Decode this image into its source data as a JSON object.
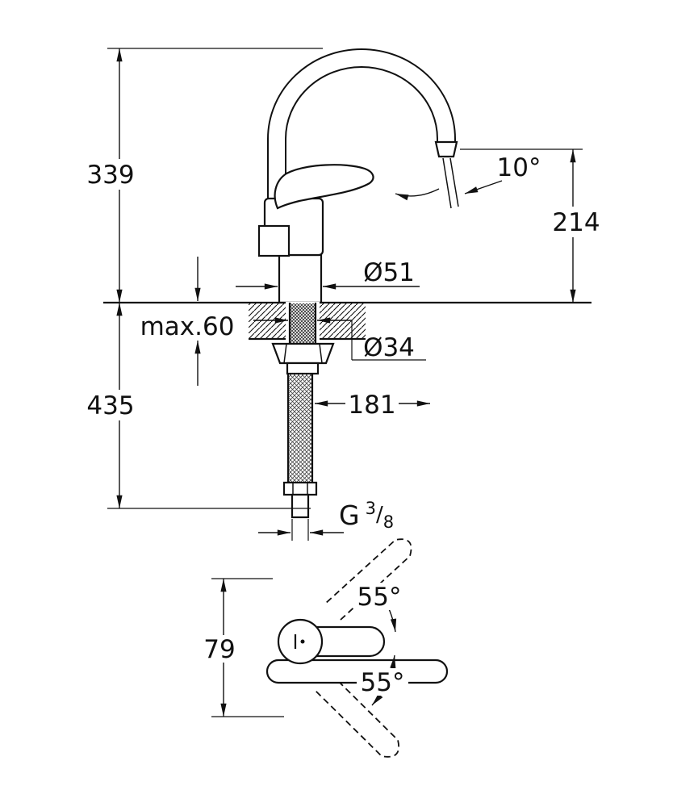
{
  "colors": {
    "background": "#ffffff",
    "line": "#111111"
  },
  "side_view": {
    "total_height": "339",
    "stream_angle": "10°",
    "spout_height": "214",
    "base_diameter": "Ø51",
    "max_deck_thickness": "max.60",
    "hole_diameter": "Ø34",
    "under_deck_length": "435",
    "reach": "181",
    "thread": {
      "prefix": "G",
      "numerator": "3",
      "slash": "/",
      "denominator": "8"
    }
  },
  "plan_view": {
    "swivel_upper": "55°",
    "swivel_lower": "55°",
    "body_depth": "79"
  }
}
